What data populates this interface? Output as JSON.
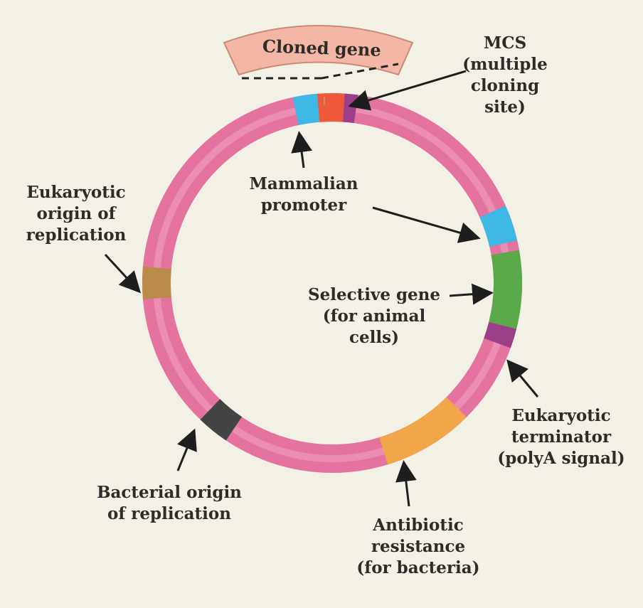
{
  "diagram": {
    "cloned_gene": "Cloned gene",
    "labels": {
      "mcs": [
        "MCS",
        "(multiple",
        "cloning",
        "site)"
      ],
      "mammalian_promoter": [
        "Mammalian",
        "promoter"
      ],
      "eukaryotic_ori": [
        "Eukaryotic",
        "origin of",
        "replication"
      ],
      "selective_gene": [
        "Selective gene",
        "(for animal",
        "cells)"
      ],
      "eukaryotic_terminator": [
        "Eukaryotic",
        "terminator",
        "(polyA signal)"
      ],
      "antibiotic_resistance": [
        "Antibiotic",
        "resistance",
        "(for bacteria)"
      ],
      "bacterial_ori": [
        "Bacterial origin",
        "of replication"
      ]
    },
    "colors": {
      "backbone": "#e5739f",
      "promoter": "#3db7e4",
      "mcs": "#f0583a",
      "terminator": "#9b3f8b",
      "selective_gene": "#5aaa4a",
      "antibiotic_resistance": "#f2a64a",
      "bacterial_ori": "#444444",
      "eukaryotic_ori": "#b98a4a",
      "cloned_gene_banner": "#f4b7a6",
      "background": "#f3f1e5"
    }
  }
}
